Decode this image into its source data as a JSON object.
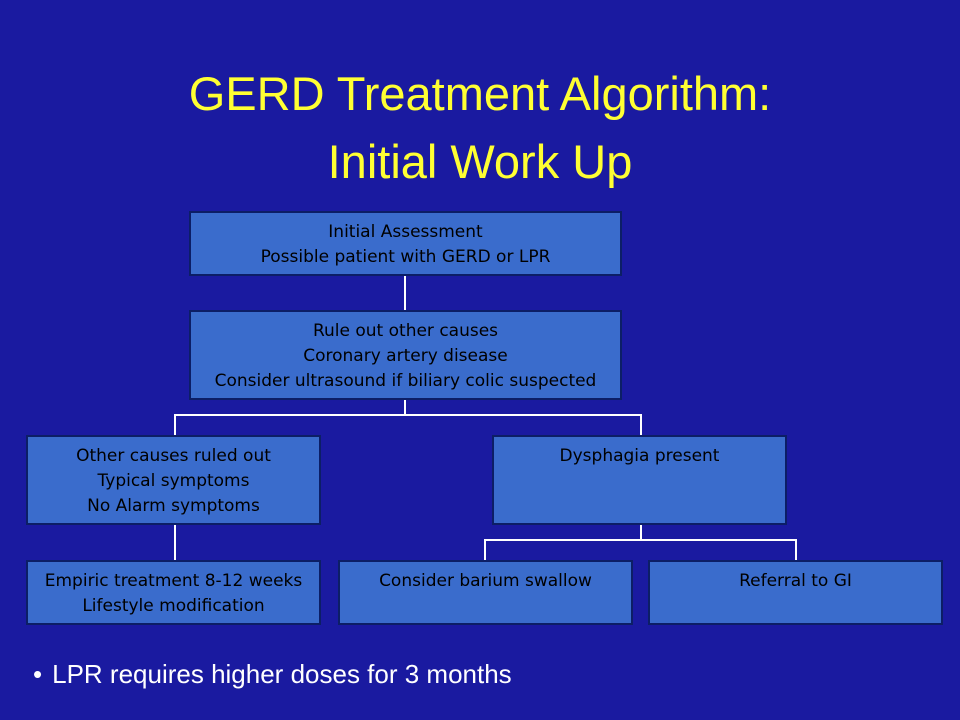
{
  "title": {
    "line1": "GERD Treatment Algorithm:",
    "line2": "Initial Work Up"
  },
  "nodes": {
    "initial": {
      "lines": [
        "Initial Assessment",
        "Possible patient with GERD or LPR"
      ]
    },
    "rule_out": {
      "lines": [
        "Rule out other causes",
        "Coronary artery disease",
        "Consider ultrasound if biliary colic suspected"
      ]
    },
    "ruled_out": {
      "lines": [
        "Other causes ruled out",
        "Typical symptoms",
        "No Alarm symptoms"
      ]
    },
    "dysphagia": {
      "lines": [
        "Dysphagia present"
      ]
    },
    "empiric": {
      "lines": [
        "Empiric treatment 8-12 weeks",
        "Lifestyle modification"
      ]
    },
    "barium": {
      "lines": [
        "Consider barium swallow"
      ]
    },
    "referral": {
      "lines": [
        "Referral to GI"
      ]
    }
  },
  "note": {
    "bullet": "•",
    "text": "LPR requires higher doses for 3 months"
  },
  "colors": {
    "background": "#1a1aa0",
    "title": "#ffff33",
    "box_fill": "#3a6ccc",
    "box_border": "#0c1e66",
    "connector": "#ffffff"
  }
}
